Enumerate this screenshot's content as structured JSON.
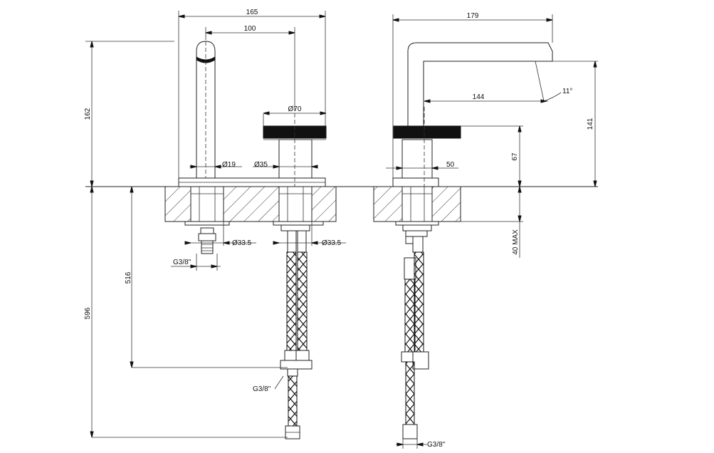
{
  "front_view": {
    "width_overall": "165",
    "spout_to_handle": "100",
    "height_spout": "162",
    "handle_diameter": "Ø70",
    "spout_diameter": "Ø19",
    "body_diameter": "Ø35",
    "hole_left": "Ø33.5",
    "hole_right": "Ø33.5",
    "thread_left": "G3/8\"",
    "depth_516": "516",
    "depth_596": "596",
    "thread_hose": "G3/8\""
  },
  "side_view": {
    "reach_overall": "179",
    "reach_spout": "144",
    "angle": "11°",
    "height_141": "141",
    "height_67": "67",
    "width_50": "50",
    "deck_max": "40 MAX",
    "thread_hose": "G3/8\""
  }
}
